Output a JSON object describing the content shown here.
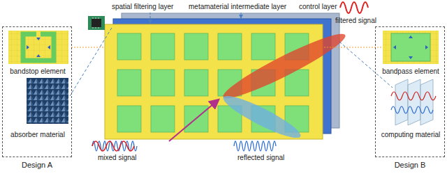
{
  "diagram": {
    "nodes": [
      {
        "text": [
          "Design A"
        ]
      },
      {
        "text": [
          "bandstop element"
        ],
        "in": 0
      },
      {
        "text": [
          "absorber material"
        ],
        "in": 0
      },
      {
        "text": [
          "Design B"
        ]
      },
      {
        "text": [
          "bandpass element"
        ],
        "in": 3
      },
      {
        "text": [
          "computing material"
        ],
        "in": 3
      }
    ],
    "labels": [
      "spatial filtering layer",
      "metamaterial intermediate layer",
      "control layer",
      "filtered signal",
      "mixed signal",
      "reflected signal"
    ]
  }
}
